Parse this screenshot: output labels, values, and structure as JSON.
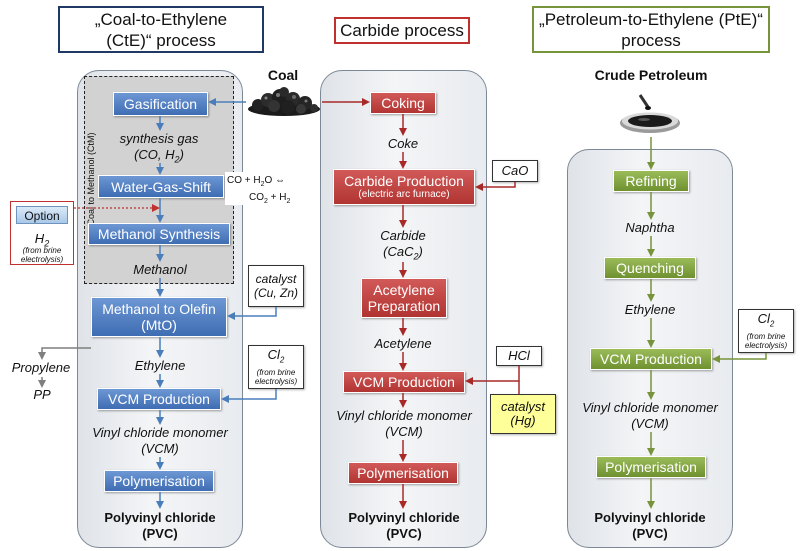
{
  "titles": {
    "cte": "„Coal-to-Ethylene (CtE)“ process",
    "carbide": "Carbide process",
    "pte": "„Petroleum-to-Ethylene (PtE)“ process"
  },
  "raw": {
    "coal": "Coal",
    "crude": "Crude Petroleum"
  },
  "ctm_label": "Coal to Methanol (CtM)",
  "cte": {
    "gasification": "Gasification",
    "syngas": "synthesis gas",
    "syngas_formula": "(CO, H2)",
    "wgs": "Water-Gas-Shift",
    "wgs_reaction_line1": "CO + H2O ⇔",
    "wgs_reaction_line2": "CO2 + H2",
    "methanol_synthesis": "Methanol Synthesis",
    "methanol": "Methanol",
    "mto_line1": "Methanol to Olefin",
    "mto_line2": "(MtO)",
    "ethylene": "Ethylene",
    "vcm_production": "VCM Production",
    "vcm_line1": "Vinyl chloride monomer",
    "vcm_line2": "(VCM)",
    "polymerisation": "Polymerisation",
    "pvc_line1": "Polyvinyl chloride",
    "pvc_line2": "(PVC)",
    "option": "Option",
    "h2": "H2",
    "h2_note": "(from brine electrolysis)",
    "catalyst_line1": "catalyst",
    "catalyst_line2": "(Cu, Zn)",
    "cl2": "Cl2",
    "cl2_note": "(from brine electrolysis)",
    "propylene": "Propylene",
    "pp": "PP"
  },
  "carbide": {
    "coking": "Coking",
    "coke": "Coke",
    "carbide_production": "Carbide Production",
    "carbide_production_note": "(electric arc furnace)",
    "cao": "CaO",
    "carbide": "Carbide",
    "carbide_formula": "(CaC2)",
    "acetylene_prep_line1": "Acetylene",
    "acetylene_prep_line2": "Preparation",
    "acetylene": "Acetylene",
    "vcm_production": "VCM Production",
    "hcl": "HCl",
    "catalyst_line1": "catalyst",
    "catalyst_line2": "(Hg)",
    "vcm_line1": "Vinyl chloride monomer",
    "vcm_line2": "(VCM)",
    "polymerisation": "Polymerisation",
    "pvc_line1": "Polyvinyl chloride",
    "pvc_line2": "(PVC)"
  },
  "pte": {
    "refining": "Refining",
    "naphtha": "Naphtha",
    "quenching": "Quenching",
    "ethylene": "Ethylene",
    "vcm_production": "VCM Production",
    "cl2": "Cl2",
    "cl2_note": "(from brine electrolysis)",
    "vcm_line1": "Vinyl chloride monomer",
    "vcm_line2": "(VCM)",
    "polymerisation": "Polymerisation",
    "pvc_line1": "Polyvinyl chloride",
    "pvc_line2": "(PVC)"
  },
  "colors": {
    "cte_accent": "#1f3864",
    "carbide_accent": "#c0302e",
    "pte_accent": "#77933c",
    "blue_arrow": "#4a7ebb",
    "red_arrow": "#a82a28",
    "green_arrow": "#77933c"
  }
}
